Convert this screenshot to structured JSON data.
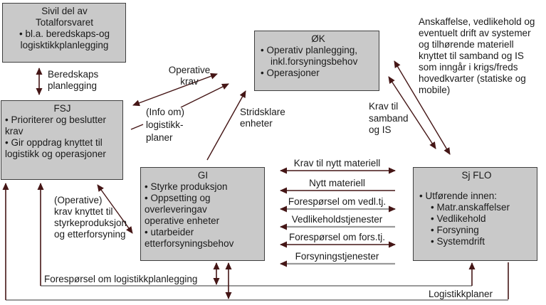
{
  "colors": {
    "background": "#ffffff",
    "box_fill": "#c9c9c9",
    "box_border": "#3f3f3f",
    "arrow_dark": "#451616",
    "arrow_gray": "#9a9a9a",
    "text": "#1a1a1a"
  },
  "boxes": {
    "sivil": {
      "lines": [
        "Sivil  del av",
        "Totalforsvaret",
        "• bl.a. beredskaps-og",
        "logisktikkplanlegging"
      ]
    },
    "fsj": {
      "title": "FSJ",
      "lines": [
        "• Prioriterer og beslutter",
        "krav",
        "• Gir oppdrag knyttet til",
        "logistikk og operasjoner"
      ]
    },
    "ok": {
      "title": "ØK",
      "lines": [
        "•  Operativ planlegging,",
        "inkl.forsyningsbehov",
        "•  Operasjoner"
      ]
    },
    "gi": {
      "title": "GI",
      "lines": [
        "• Styrke produksjon",
        "• Oppsetting og",
        "overleveringav",
        "operative enheter",
        "• utarbeider",
        "etterforsyningsbehov"
      ]
    },
    "sjflo": {
      "title": "Sj FLO",
      "lines": [
        "• Utførende innen:",
        "• Matr.anskaffelser",
        "• Vedlikehold",
        "• Forsyning",
        "• Systemdrift"
      ]
    }
  },
  "labels": {
    "beredskap": "Beredskaps\nplanlegging",
    "operative_krav": "Operative\nkrav",
    "info_om": "(Info om)\nlogistikk-\nplaner",
    "stridsklare": "Stridsklare\nenheter",
    "anskaffelse": "Anskaffelse, vedlikehold og\neventuelt drift av systemer\nog tilhørende materiell\nknyttet til samband og IS\nsom inngår i krigs/freds\nhovedkvarter (statiske og\nmobile)",
    "krav_samband": "Krav til\nsamband\nog IS",
    "krav_knyttet": "(Operative)\nkrav knyttet til\nstyrkeproduksjon\nog etterforsyning",
    "foresporsel_logistikk": "Forespørsel om logistikkplanlegging",
    "logistikkplaner": "Logistikkplaner",
    "mid_arrows": [
      "Krav til nytt materiell",
      "Nytt materiell",
      "Forespørsel om vedl.tj.",
      "Vedlikeholdstjenester",
      "Forespørsel om fors.tj.",
      "Forsyningstjenester"
    ]
  }
}
